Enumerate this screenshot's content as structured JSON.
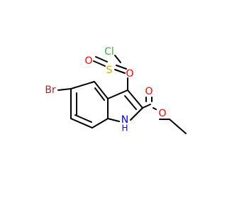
{
  "molecule": {
    "atoms": {
      "cl": {
        "label": "Cl",
        "color": "#3cb043"
      },
      "s": {
        "label": "S",
        "color": "#c9b200"
      },
      "o_sulfonyl_left": {
        "label": "O",
        "color": "#ff0000"
      },
      "o_sulfonyl_right": {
        "label": "O",
        "color": "#ff0000"
      },
      "o_carbonyl": {
        "label": "O",
        "color": "#ff0000"
      },
      "o_ester": {
        "label": "O",
        "color": "#ff0000"
      },
      "br": {
        "label": "Br",
        "color": "#a52a2a"
      },
      "n": {
        "label": "N",
        "color": "#0000ff"
      },
      "h": {
        "label": "H",
        "color": "#0000ff"
      }
    },
    "bond_color": "#000000"
  }
}
